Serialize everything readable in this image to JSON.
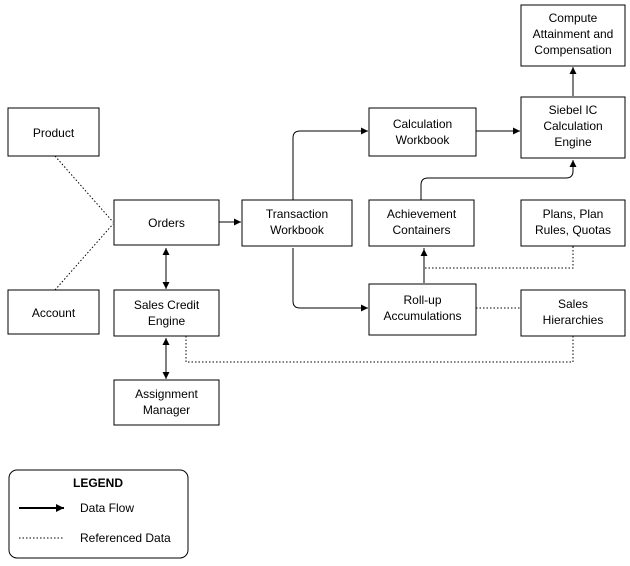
{
  "nodes": {
    "product": {
      "lines": [
        "Product"
      ]
    },
    "account": {
      "lines": [
        "Account"
      ]
    },
    "orders": {
      "lines": [
        "Orders"
      ]
    },
    "sales_credit_engine": {
      "lines": [
        "Sales Credit",
        "Engine"
      ]
    },
    "assignment_manager": {
      "lines": [
        "Assignment",
        "Manager"
      ]
    },
    "transaction_workbook": {
      "lines": [
        "Transaction",
        "Workbook"
      ]
    },
    "calculation_workbook": {
      "lines": [
        "Calculation",
        "Workbook"
      ]
    },
    "achievement_containers": {
      "lines": [
        "Achievement",
        "Containers"
      ]
    },
    "rollup_accumulations": {
      "lines": [
        "Roll-up",
        "Accumulations"
      ]
    },
    "compute_attainment": {
      "lines": [
        "Compute",
        "Attainment and",
        "Compensation"
      ]
    },
    "siebel_ic_engine": {
      "lines": [
        "Siebel IC",
        "Calculation",
        "Engine"
      ]
    },
    "plans_rules_quotas": {
      "lines": [
        "Plans, Plan",
        "Rules, Quotas"
      ]
    },
    "sales_hierarchies": {
      "lines": [
        "Sales",
        "Hierarchies"
      ]
    }
  },
  "legend": {
    "title": "LEGEND",
    "data_flow_label": "Data Flow",
    "referenced_data_label": "Referenced Data"
  }
}
